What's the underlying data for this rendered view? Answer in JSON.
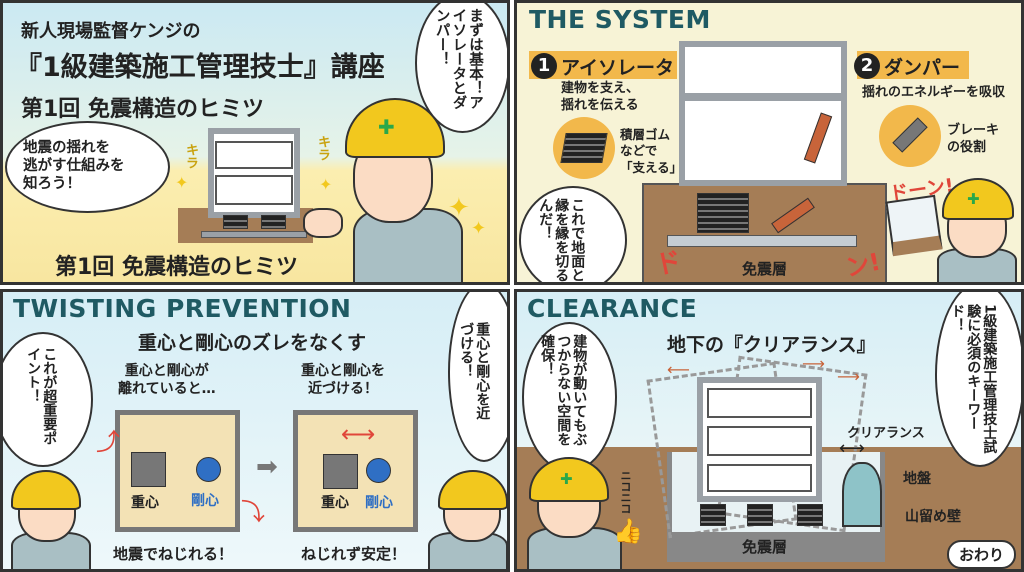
{
  "panel1": {
    "title_line1": "新人現場監督ケンジの",
    "title_line2": "『1級建築施工管理技士』講座",
    "title_line3": "第1回 免震構造のヒミツ",
    "bubble_left": "地震の揺れを\n逃がす仕組みを\n知ろう！",
    "bubble_right": "まずは基本！アイソレータとダンパー！",
    "sfx_left": "キラ",
    "sfx_right": "キラ",
    "caption": "第1回 免震構造のヒミツ"
  },
  "panel2": {
    "title": "THE SYSTEM",
    "item1_num": "1",
    "item1_label": "アイソレータ",
    "item1_desc": "建物を支え、\n揺れを伝える",
    "item1_note": "積層ゴム\nなどで\n「支える」",
    "item2_num": "2",
    "item2_label": "ダンパー",
    "item2_desc": "揺れのエネルギーを吸収",
    "item2_note": "ブレーキ\nの役割",
    "bubble": "これで地面と縁を縁を切るんだ！",
    "sfx_do": "ド",
    "sfx_n": "ン!",
    "sfx_doon": "ドーン!",
    "layer_label": "免震層"
  },
  "panel3": {
    "title": "TWISTING PREVENTION",
    "heading": "重心と剛心のズレをなくす",
    "bubble_left": "これが超重要ポイント！",
    "bubble_right": "重心と剛心を近づける！",
    "left_caption_top": "重心と剛心が\n離れていると…",
    "right_caption_top": "重心と剛心を\n近づける！",
    "label_center_mass": "重心",
    "label_center_rigidity": "剛心",
    "left_caption_bottom": "地震でねじれる！",
    "right_caption_bottom": "ねじれず安定！"
  },
  "panel4": {
    "title": "CLEARANCE",
    "heading": "地下の『クリアランス』",
    "bubble_left": "建物が動いてもぶつからない空間を確保！",
    "bubble_right": "1級建築施工管理技士試験に必須のキーワード！",
    "clearance_label": "クリアランス",
    "ground_label": "地盤",
    "wall_label": "山留め壁",
    "layer_label": "免震層",
    "sfx": "ニコニコ",
    "end_label": "おわり"
  },
  "colors": {
    "accent_title": "#1f5a63",
    "helmet": "#f2c81e",
    "orange": "#f2b84b",
    "red_arrow": "#e0463a",
    "blue_rigidity": "#2f6fc4",
    "ground": "#a57d56"
  }
}
